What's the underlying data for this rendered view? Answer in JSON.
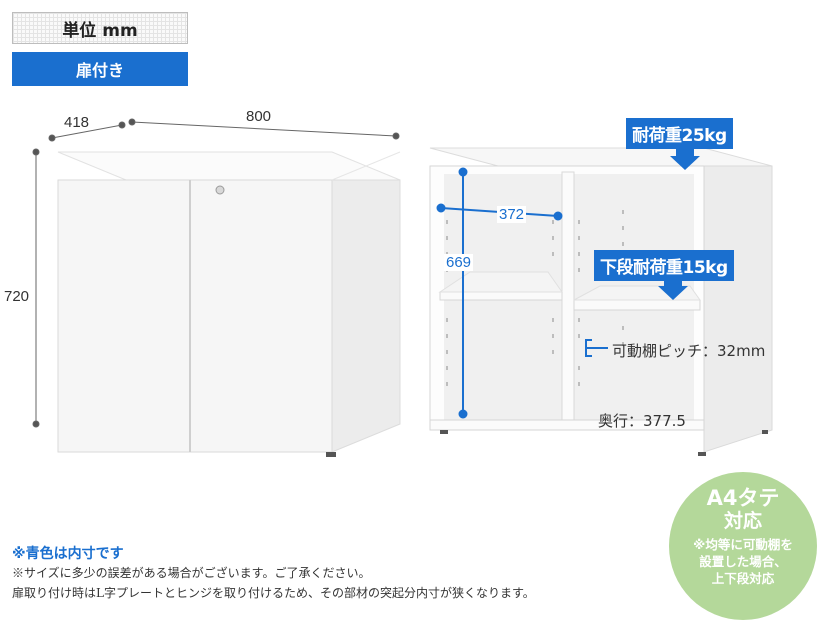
{
  "unit_label": "単位 mm",
  "type_label": "扉付き",
  "dimensions": {
    "depth": "418",
    "width": "800",
    "height": "720",
    "inner_width": "372",
    "inner_height": "669"
  },
  "callouts": {
    "top_load": "耐荷重25kg",
    "lower_load": "下段耐荷重15kg",
    "pitch": "可動棚ピッチ：32mm",
    "inner_depth": "奥行：377.5"
  },
  "badge": {
    "title": "A4タテ",
    "title2": "対応",
    "note_lines": [
      "※均等に可動棚を",
      "設置した場合、",
      "上下段対応"
    ]
  },
  "notes": {
    "blue": "※青色は内寸です",
    "lines": [
      "※サイズに多少の誤差がある場合がございます。ご了承ください。",
      "扉取り付け時はL字プレートとヒンジを取り付けるため、その部材の突起分内寸が狭くなります。"
    ]
  },
  "colors": {
    "accent": "#1a6fcf",
    "badge": "#b4d89a"
  }
}
